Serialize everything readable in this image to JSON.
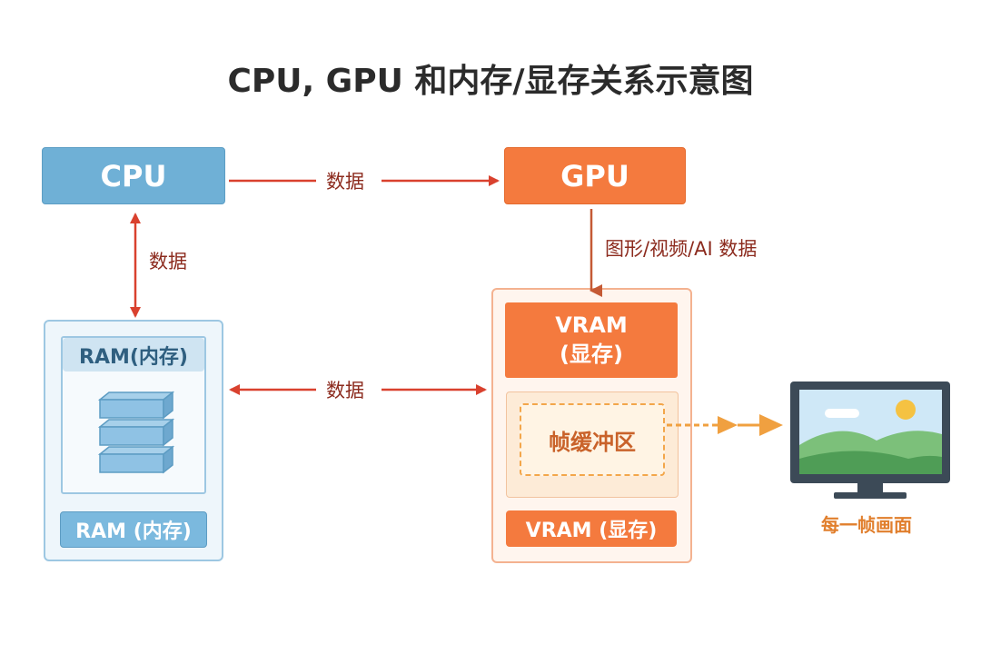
{
  "title": "CPU, GPU 和内存/显存关系示意图",
  "cpu_label": "CPU",
  "gpu_label": "GPU",
  "arrows": {
    "cpu_gpu": "数据",
    "cpu_ram": "数据",
    "gpu_vram": "图形/视频/AI 数据",
    "ram_vram": "数据"
  },
  "ram": {
    "header": "RAM(内存)",
    "footer": "RAM (内存)"
  },
  "vram": {
    "header_line1": "VRAM",
    "header_line2": "(显存)",
    "framebuffer": "帧缓冲区",
    "footer": "VRAM (显存)"
  },
  "monitor_caption": "每一帧画面",
  "colors": {
    "cpu_blue": "#6fb0d6",
    "gpu_orange": "#f47a3e",
    "arrow_red": "#d9412e",
    "output_orange": "#f0a040"
  }
}
